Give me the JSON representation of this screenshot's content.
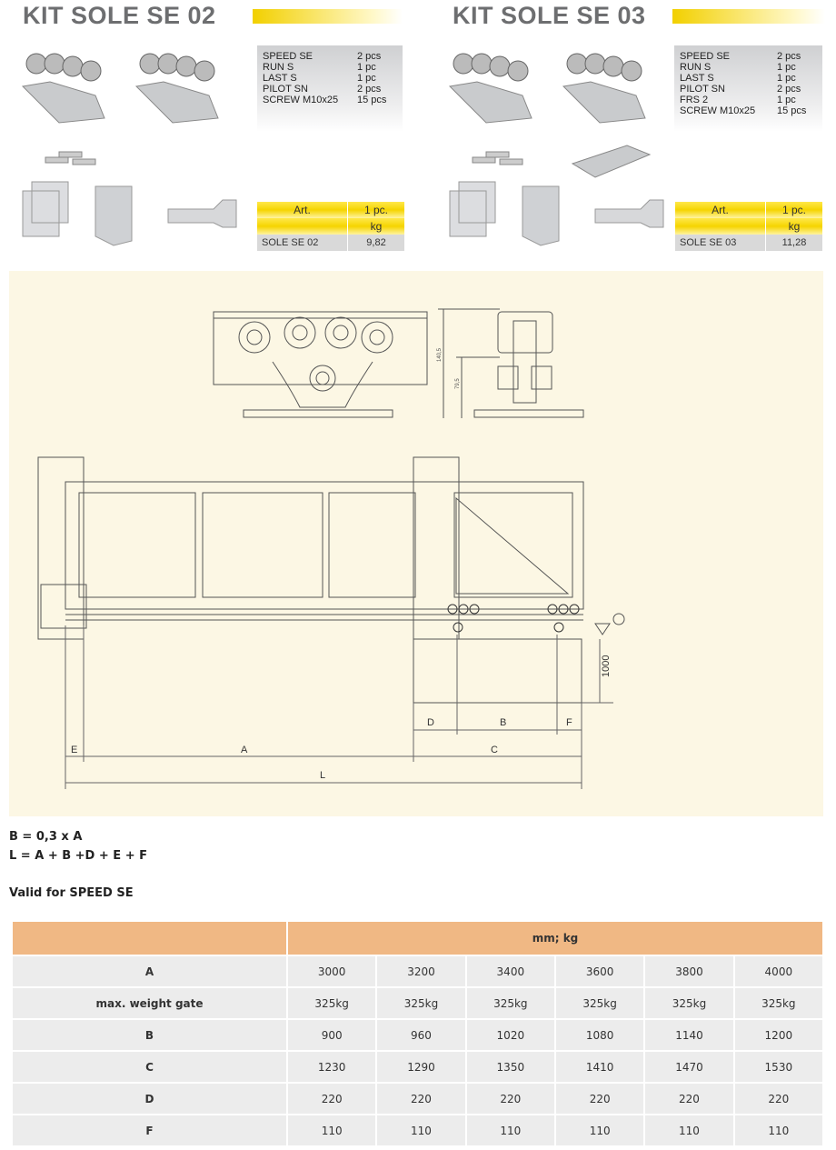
{
  "kit02": {
    "title": "KIT SOLE SE 02",
    "items": [
      [
        "SPEED SE",
        "2 pcs"
      ],
      [
        "RUN S",
        "1 pc"
      ],
      [
        "LAST S",
        "1 pc"
      ],
      [
        "PILOT SN",
        "2 pcs"
      ],
      [
        "SCREW M10x25",
        "15 pcs"
      ]
    ],
    "art": {
      "h1": "Art.",
      "h2": "1 pc.",
      "unit": "kg",
      "name": "SOLE SE 02",
      "weight": "9,82"
    }
  },
  "kit03": {
    "title": "KIT SOLE SE 03",
    "items": [
      [
        "SPEED SE",
        "2 pcs"
      ],
      [
        "RUN S",
        "1 pc"
      ],
      [
        "LAST S",
        "1 pc"
      ],
      [
        "PILOT SN",
        "2 pcs"
      ],
      [
        "FRS 2",
        "1 pc"
      ],
      [
        "SCREW M10x25",
        "15 pcs"
      ]
    ],
    "art": {
      "h1": "Art.",
      "h2": "1 pc.",
      "unit": "kg",
      "name": "SOLE SE 03",
      "weight": "11,28"
    }
  },
  "drawing": {
    "dim_total": "140,5",
    "dim_lower": "79,5",
    "dim_height": "1000",
    "labels": {
      "A": "A",
      "B": "B",
      "C": "C",
      "D": "D",
      "E": "E",
      "F": "F",
      "L": "L"
    }
  },
  "formulas": [
    "B = 0,3 x A",
    "L = A + B +D + E + F"
  ],
  "valid": "Valid for SPEED SE",
  "table": {
    "unit": "mm; kg",
    "rows": [
      {
        "label": "A",
        "values": [
          "3000",
          "3200",
          "3400",
          "3600",
          "3800",
          "4000"
        ]
      },
      {
        "label": "max. weight gate",
        "values": [
          "325kg",
          "325kg",
          "325kg",
          "325kg",
          "325kg",
          "325kg"
        ]
      },
      {
        "label": "B",
        "values": [
          "900",
          "960",
          "1020",
          "1080",
          "1140",
          "1200"
        ]
      },
      {
        "label": "C",
        "values": [
          "1230",
          "1290",
          "1350",
          "1410",
          "1470",
          "1530"
        ]
      },
      {
        "label": "D",
        "values": [
          "220",
          "220",
          "220",
          "220",
          "220",
          "220"
        ]
      },
      {
        "label": "F",
        "values": [
          "110",
          "110",
          "110",
          "110",
          "110",
          "110"
        ]
      }
    ]
  },
  "colors": {
    "yellow": "#f2d000",
    "orange": "#f0b884",
    "panel": "#fcf7e4"
  }
}
